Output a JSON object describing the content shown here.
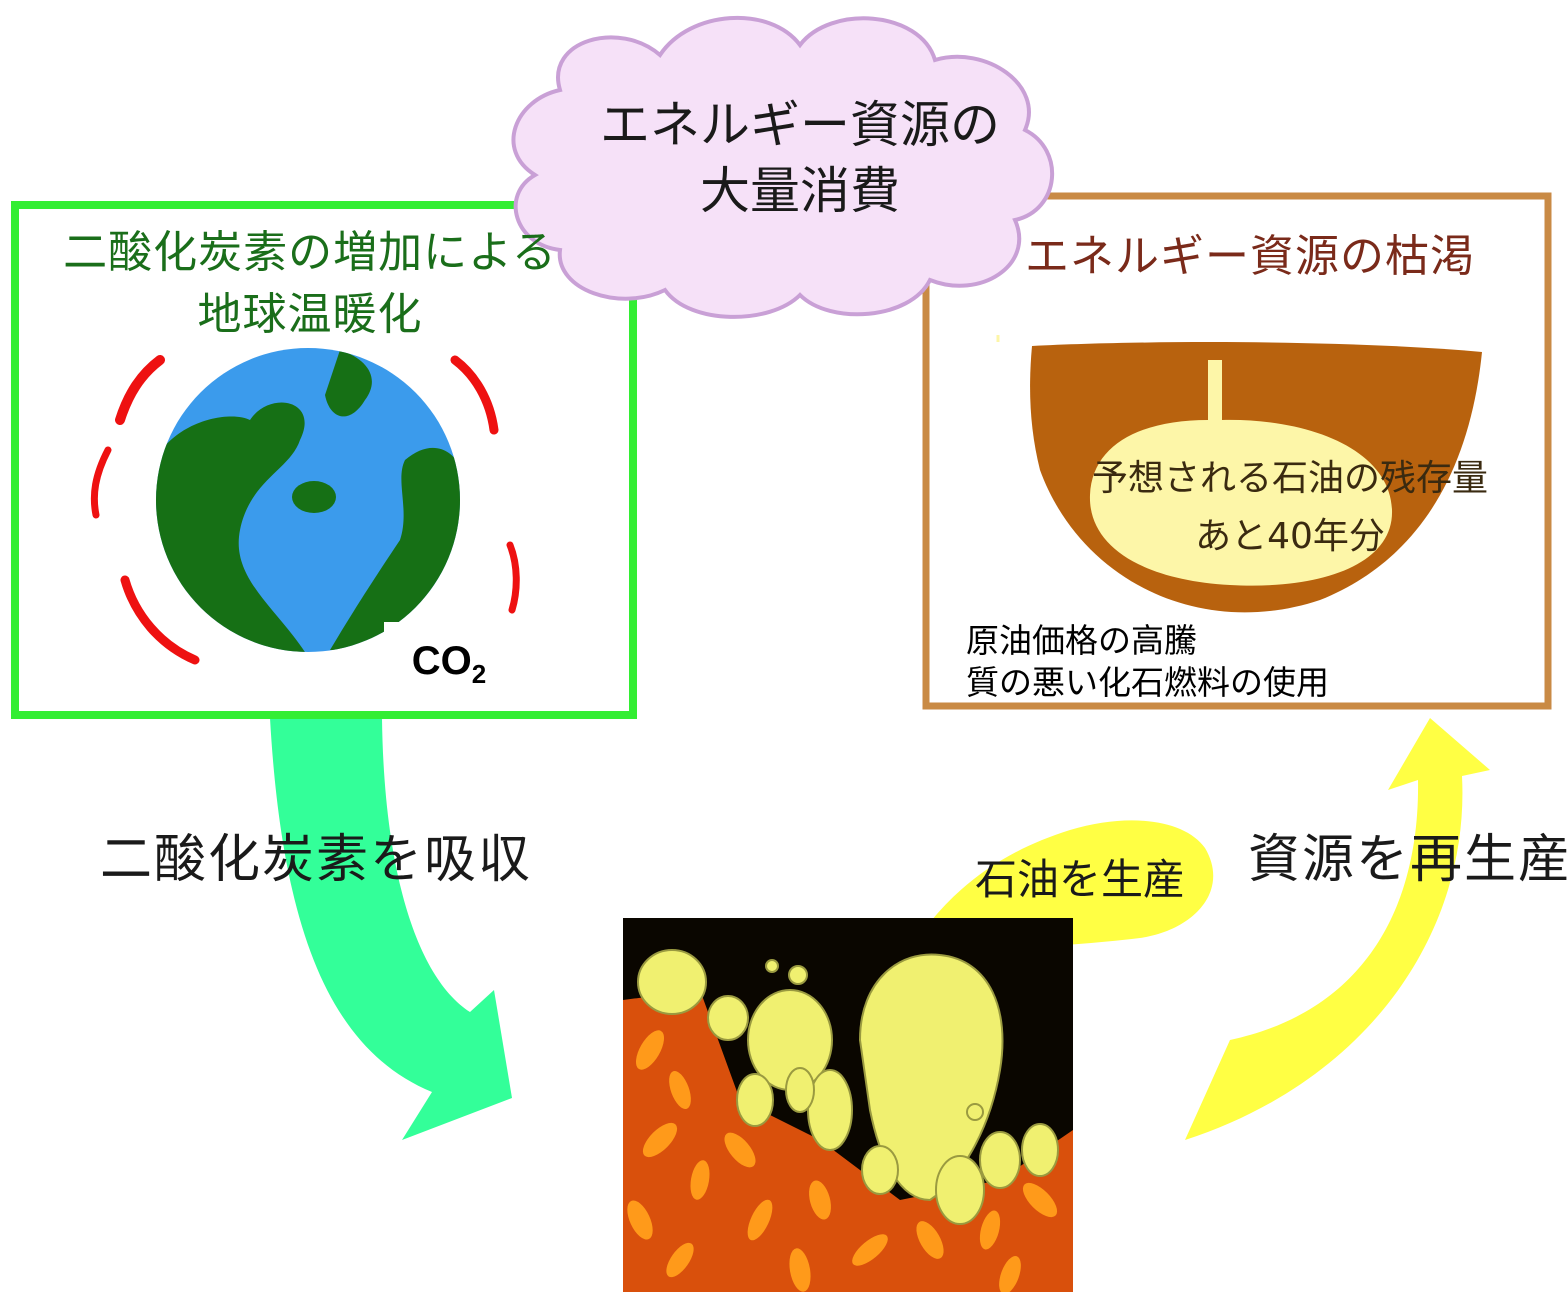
{
  "cloud": {
    "line1": "エネルギー資源の",
    "line2": "大量消費"
  },
  "warming": {
    "title_line1": "二酸化炭素の増加による",
    "title_line2": "地球温暖化",
    "co2_main": "CO",
    "co2_sub": "2"
  },
  "depletion": {
    "title": "エネルギー資源の枯渇",
    "oil_line1": "予想される石油の残存量",
    "oil_line2": "あと40年分",
    "note_line1": "原油価格の高騰",
    "note_line2": "質の悪い化石燃料の使用"
  },
  "absorb_label": "二酸化炭素を吸収",
  "regen_label": "資源を再生産",
  "produce_label": "石油を生産",
  "colors": {
    "green_border": "#33ee33",
    "green_title": "#1a6e1a",
    "brown_border": "#c98a45",
    "brown_title": "#7a2a1a",
    "oil_brown": "#b8620e",
    "oil_pale": "#fdf6a8",
    "green_arrow": "#33ff99",
    "yellow_arrow": "#ffff33",
    "cloud_fill": "#f6e1f8",
    "cloud_stroke": "#c9a0d6",
    "ocean": "#3b9bec",
    "land": "#167015",
    "heat": "#ee1111"
  }
}
